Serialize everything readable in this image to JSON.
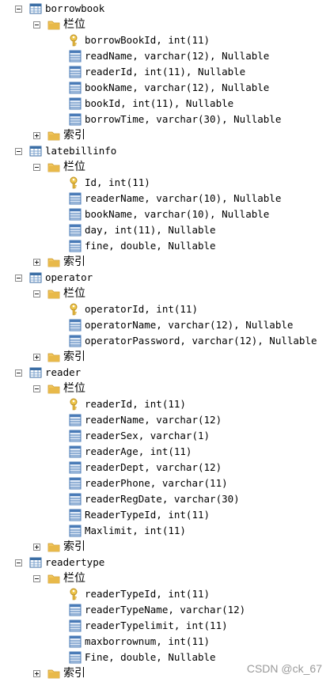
{
  "tables": [
    {
      "name": "borrowbook",
      "columns_label": "栏位",
      "index_label": "索引",
      "columns": [
        {
          "text": "borrowBookId, int(11)",
          "key": true
        },
        {
          "text": "readName, varchar(12), Nullable",
          "key": false
        },
        {
          "text": "readerId, int(11), Nullable",
          "key": false
        },
        {
          "text": "bookName, varchar(12), Nullable",
          "key": false
        },
        {
          "text": "bookId, int(11), Nullable",
          "key": false
        },
        {
          "text": "borrowTime, varchar(30), Nullable",
          "key": false
        }
      ]
    },
    {
      "name": "latebillinfo",
      "columns_label": "栏位",
      "index_label": "索引",
      "columns": [
        {
          "text": "Id, int(11)",
          "key": true
        },
        {
          "text": "readerName, varchar(10), Nullable",
          "key": false
        },
        {
          "text": "bookName, varchar(10), Nullable",
          "key": false
        },
        {
          "text": "day, int(11), Nullable",
          "key": false
        },
        {
          "text": "fine, double, Nullable",
          "key": false
        }
      ]
    },
    {
      "name": "operator",
      "columns_label": "栏位",
      "index_label": "索引",
      "columns": [
        {
          "text": "operatorId, int(11)",
          "key": true
        },
        {
          "text": "operatorName, varchar(12), Nullable",
          "key": false
        },
        {
          "text": "operatorPassword, varchar(12), Nullable",
          "key": false
        }
      ]
    },
    {
      "name": "reader",
      "columns_label": "栏位",
      "index_label": "索引",
      "columns": [
        {
          "text": "readerId, int(11)",
          "key": true
        },
        {
          "text": "readerName, varchar(12)",
          "key": false
        },
        {
          "text": "readerSex, varchar(1)",
          "key": false
        },
        {
          "text": "readerAge, int(11)",
          "key": false
        },
        {
          "text": "readerDept, varchar(12)",
          "key": false
        },
        {
          "text": "readerPhone, varchar(11)",
          "key": false
        },
        {
          "text": "readerRegDate, varchar(30)",
          "key": false
        },
        {
          "text": "ReaderTypeId, int(11)",
          "key": false
        },
        {
          "text": "Maxlimit, int(11)",
          "key": false
        }
      ]
    },
    {
      "name": "readertype",
      "columns_label": "栏位",
      "index_label": "索引",
      "columns": [
        {
          "text": "readerTypeId, int(11)",
          "key": true
        },
        {
          "text": "readerTypeName, varchar(12)",
          "key": false
        },
        {
          "text": "readerTypelimit, int(11)",
          "key": false
        },
        {
          "text": "maxborrownum, int(11)",
          "key": false
        },
        {
          "text": "Fine, double, Nullable",
          "key": false
        }
      ]
    }
  ],
  "watermark": "CSDN @ck_67",
  "colors": {
    "table_icon": "#3b6ea5",
    "folder": "#e8b94a",
    "key": "#e2b53c",
    "column_icon": "#4a7bb7"
  },
  "icons": {
    "table": "table-icon",
    "folder": "folder-icon",
    "key": "primary-key-icon",
    "column": "column-icon",
    "expand_open": "minus-toggle-icon",
    "expand_closed": "plus-toggle-icon"
  }
}
